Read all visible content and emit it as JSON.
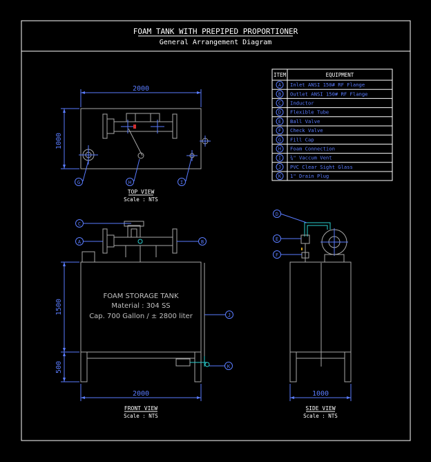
{
  "title": "FOAM TANK WITH PREPIPED PROPORTIONER",
  "subtitle": "General Arrangement Diagram",
  "table": {
    "header_item": "ITEM",
    "header_equipment": "EQUIPMENT",
    "rows": [
      {
        "key": "A",
        "label": "Inlet ANSI 150# RF Flange"
      },
      {
        "key": "B",
        "label": "Outlet ANSI 150# RF Flange"
      },
      {
        "key": "C",
        "label": "Inductor"
      },
      {
        "key": "D",
        "label": "Flexible Tube"
      },
      {
        "key": "E",
        "label": "Ball Valve"
      },
      {
        "key": "F",
        "label": "Check Valve"
      },
      {
        "key": "G",
        "label": "Fill Cap"
      },
      {
        "key": "H",
        "label": "Foam Connection"
      },
      {
        "key": "I",
        "label": "¾\" Vaccum Vent"
      },
      {
        "key": "J",
        "label": "PVC Clear Sight Glass"
      },
      {
        "key": "K",
        "label": "1\" Drain Plug"
      }
    ]
  },
  "top_view": {
    "label": "TOP VIEW",
    "scale": "Scale : NTS",
    "dim_width": "2000",
    "dim_height": "1000",
    "callouts": [
      "G",
      "H",
      "I"
    ]
  },
  "front_view": {
    "label": "FRONT VIEW",
    "scale": "Scale : NTS",
    "dim_width": "2000",
    "dim_tank_height": "1500",
    "dim_leg_height": "500",
    "tank_title": "FOAM STORAGE TANK",
    "tank_material": "Material : 304 SS",
    "tank_capacity": "Cap. 700 Gallon / ± 2800 liter",
    "callouts": [
      "C",
      "A",
      "B",
      "J",
      "K"
    ]
  },
  "side_view": {
    "label": "SIDE VIEW",
    "scale": "Scale : NTS",
    "dim_width": "1000",
    "callouts": [
      "D",
      "E",
      "F"
    ]
  }
}
